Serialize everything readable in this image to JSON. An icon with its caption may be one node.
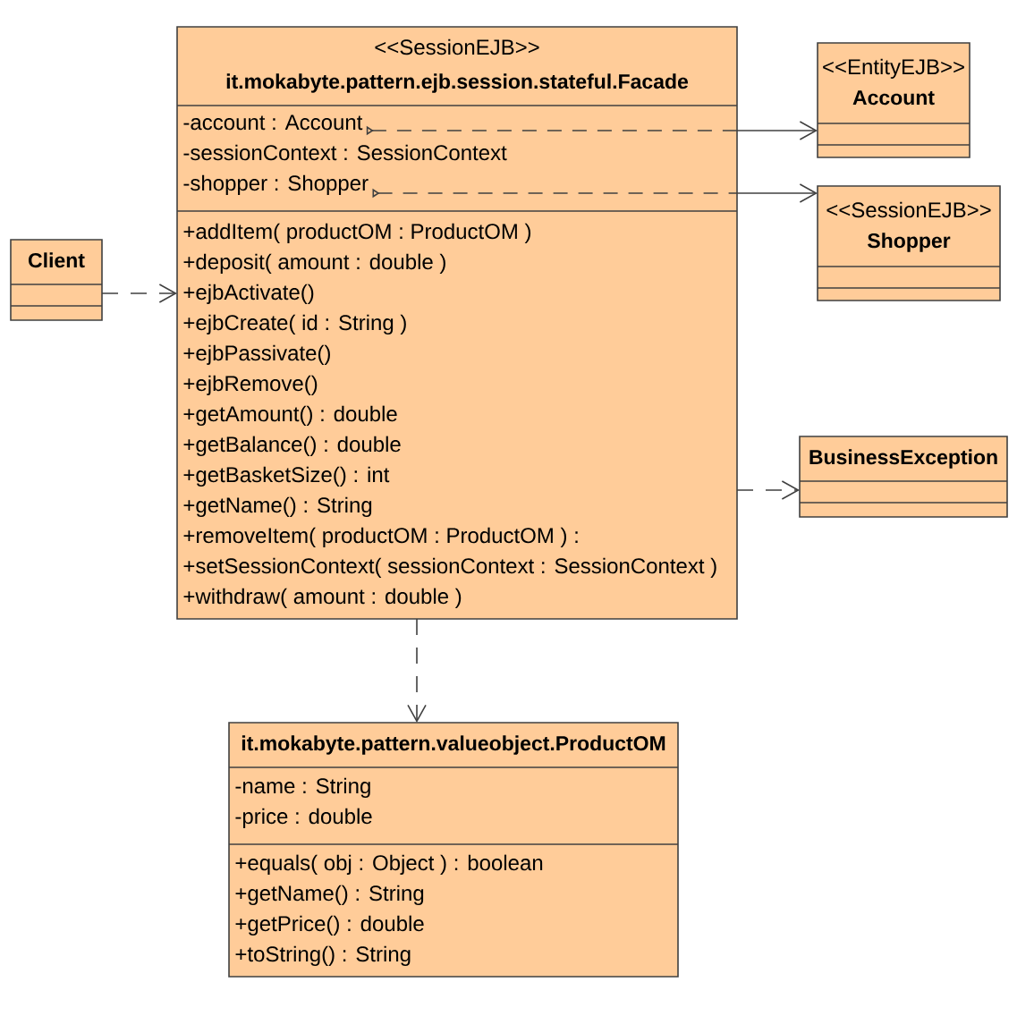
{
  "diagram": {
    "nodes": [
      {
        "text": [
          "<<SessionEJB>>",
          "it.mokabyte.pattern.ejb.session.stateful.Facade",
          "-account : Account",
          "-sessionContext : SessionContext",
          "-shopper : Shopper",
          "+addItem( productOM : ProductOM )",
          "+deposit( amount : double )",
          "+ejbActivate()",
          "+ejbCreate( id : String )",
          "+ejbPassivate()",
          "+ejbRemove()",
          "+getAmount() : double",
          "+getBalance() : double",
          "+getBasketSize() : int",
          "+getName() : String",
          "+removeItem( productOM : ProductOM ) :",
          "+setSessionContext( sessionContext : SessionContext )",
          "+withdraw( amount : double )"
        ]
      },
      {
        "text": [
          "<<EntityEJB>>",
          "Account"
        ]
      },
      {
        "text": [
          "<<SessionEJB>>",
          "Shopper"
        ]
      },
      {
        "text": [
          "Client"
        ]
      },
      {
        "text": [
          "BusinessException"
        ]
      },
      {
        "text": [
          "it.mokabyte.pattern.valueobject.ProductOM",
          "-name : String",
          "-price : double",
          "+equals( obj : Object ) : boolean",
          "+getName() : String",
          "+getPrice() : double",
          "+toString() : String"
        ]
      }
    ],
    "edges": [
      {
        "from": 3,
        "to": 0,
        "arrow": "to",
        "style": "dashed"
      },
      {
        "from": 0,
        "to": 1,
        "arrow": "to"
      },
      {
        "from": 0,
        "to": 2,
        "arrow": "to"
      },
      {
        "from": 0,
        "to": 4,
        "arrow": "to",
        "style": "dashed"
      },
      {
        "from": 0,
        "to": 5,
        "arrow": "to",
        "style": "dashed"
      }
    ]
  }
}
